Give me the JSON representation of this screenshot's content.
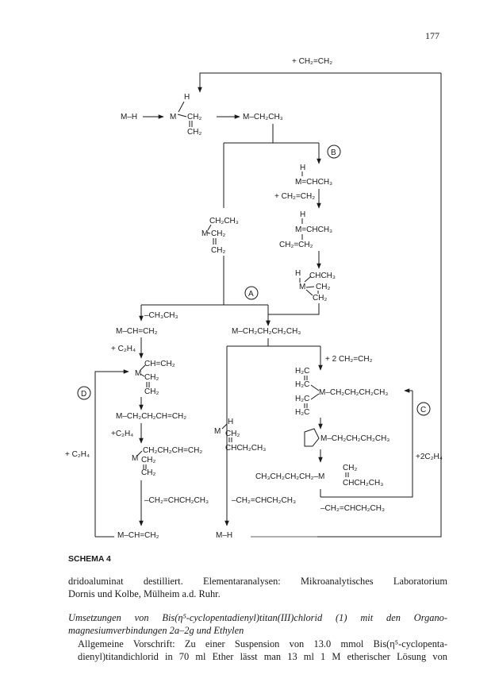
{
  "page_number": "177",
  "scheme": {
    "caption": "SCHEMA 4",
    "top_reagent": "+ CH₂=CH₂",
    "m_h": "M–H",
    "m_h_bottom": "M–H",
    "m_ch2ch3": "M–CH₂CH₃",
    "complex_top": [
      "H",
      "M",
      "CH₂",
      "CH₂"
    ],
    "label_A": "A",
    "label_B": "B",
    "label_C": "C",
    "label_D": "D",
    "path_B": {
      "h1": "H",
      "m_chch3": "M=CHCH₃",
      "reagent": "+ CH₂=CH₂",
      "h2": "H",
      "m_chch3_2": "M=CHCH₃",
      "ch2ch2": "CH₂=CH₂",
      "ring": [
        "H",
        "CHCH₃",
        "M",
        "CH₂",
        "CH₂"
      ]
    },
    "complex_ethyl": [
      "CH₂CH₃",
      "M",
      "CH₂",
      "CH₂"
    ],
    "minus_ethane": "–CH₃CH₃",
    "m_vinyl": "M–CH=CH₂",
    "m_butyl": "M–CH₂CH₂CH₂CH₃",
    "plus_c2h4_1": "+ C₂H₄",
    "complex_vinyl": [
      "CH=CH₂",
      "M",
      "CH₂",
      "CH₂"
    ],
    "m_butenyl": "M–CH₂CH₂CH=CH₂",
    "plus_c2h4_2": "+C₂H₄",
    "plus_c2h4_left": "+ C₂H₄",
    "complex_butenyl": [
      "CH₂CH₂CH=CH₂",
      "M",
      "CH₂",
      "CH₂"
    ],
    "minus_butene_1": "–CH₂=CHCH₂CH₃",
    "m_vinyl_bottom": "M–CH=CH₂",
    "complex_butene": [
      "H",
      "M",
      "CH₂",
      "CHCH₂CH₃"
    ],
    "minus_butene_2": "–CH₂=CHCH₂CH₃",
    "plus_2_ch2ch2": "+ 2 CH₂=CH₂",
    "bisethylene": [
      "H₂C",
      "H₂C",
      "H₂C",
      "H₂C",
      "M–CH₂CH₂CH₂CH₃"
    ],
    "metallacycle": "M–CH₂CH₂CH₂CH₃",
    "complex_final": [
      "CH₂",
      "CH₃CH₂CH₂CH₂–M",
      "CHCH₂CH₃"
    ],
    "plus_2c2h4": "+2C₂H₄",
    "minus_butene_3": "–CH₂=CHCH₂CH₃"
  },
  "text": {
    "para1": [
      "dridoaluminat destilliert. Elementaranalysen: Mikroanalytisches Laboratorium",
      "Dornis und Kolbe, Mülheim a.d. Ruhr."
    ],
    "para2": [
      "Umsetzungen von Bis(η⁵-cyclopentadienyl)titan(III)chlorid (1) mit den Organo-",
      "magnesiumverbindungen 2a–2g und Ethylen"
    ],
    "para3": [
      "Allgemeine Vorschrift: Zu einer Suspension von 13.0 mmol Bis(η⁵-cyclopenta-",
      "dienyl)titandichlorid in 70 ml Ether lässt man 13 ml 1 M etherischer Lösung von"
    ]
  }
}
